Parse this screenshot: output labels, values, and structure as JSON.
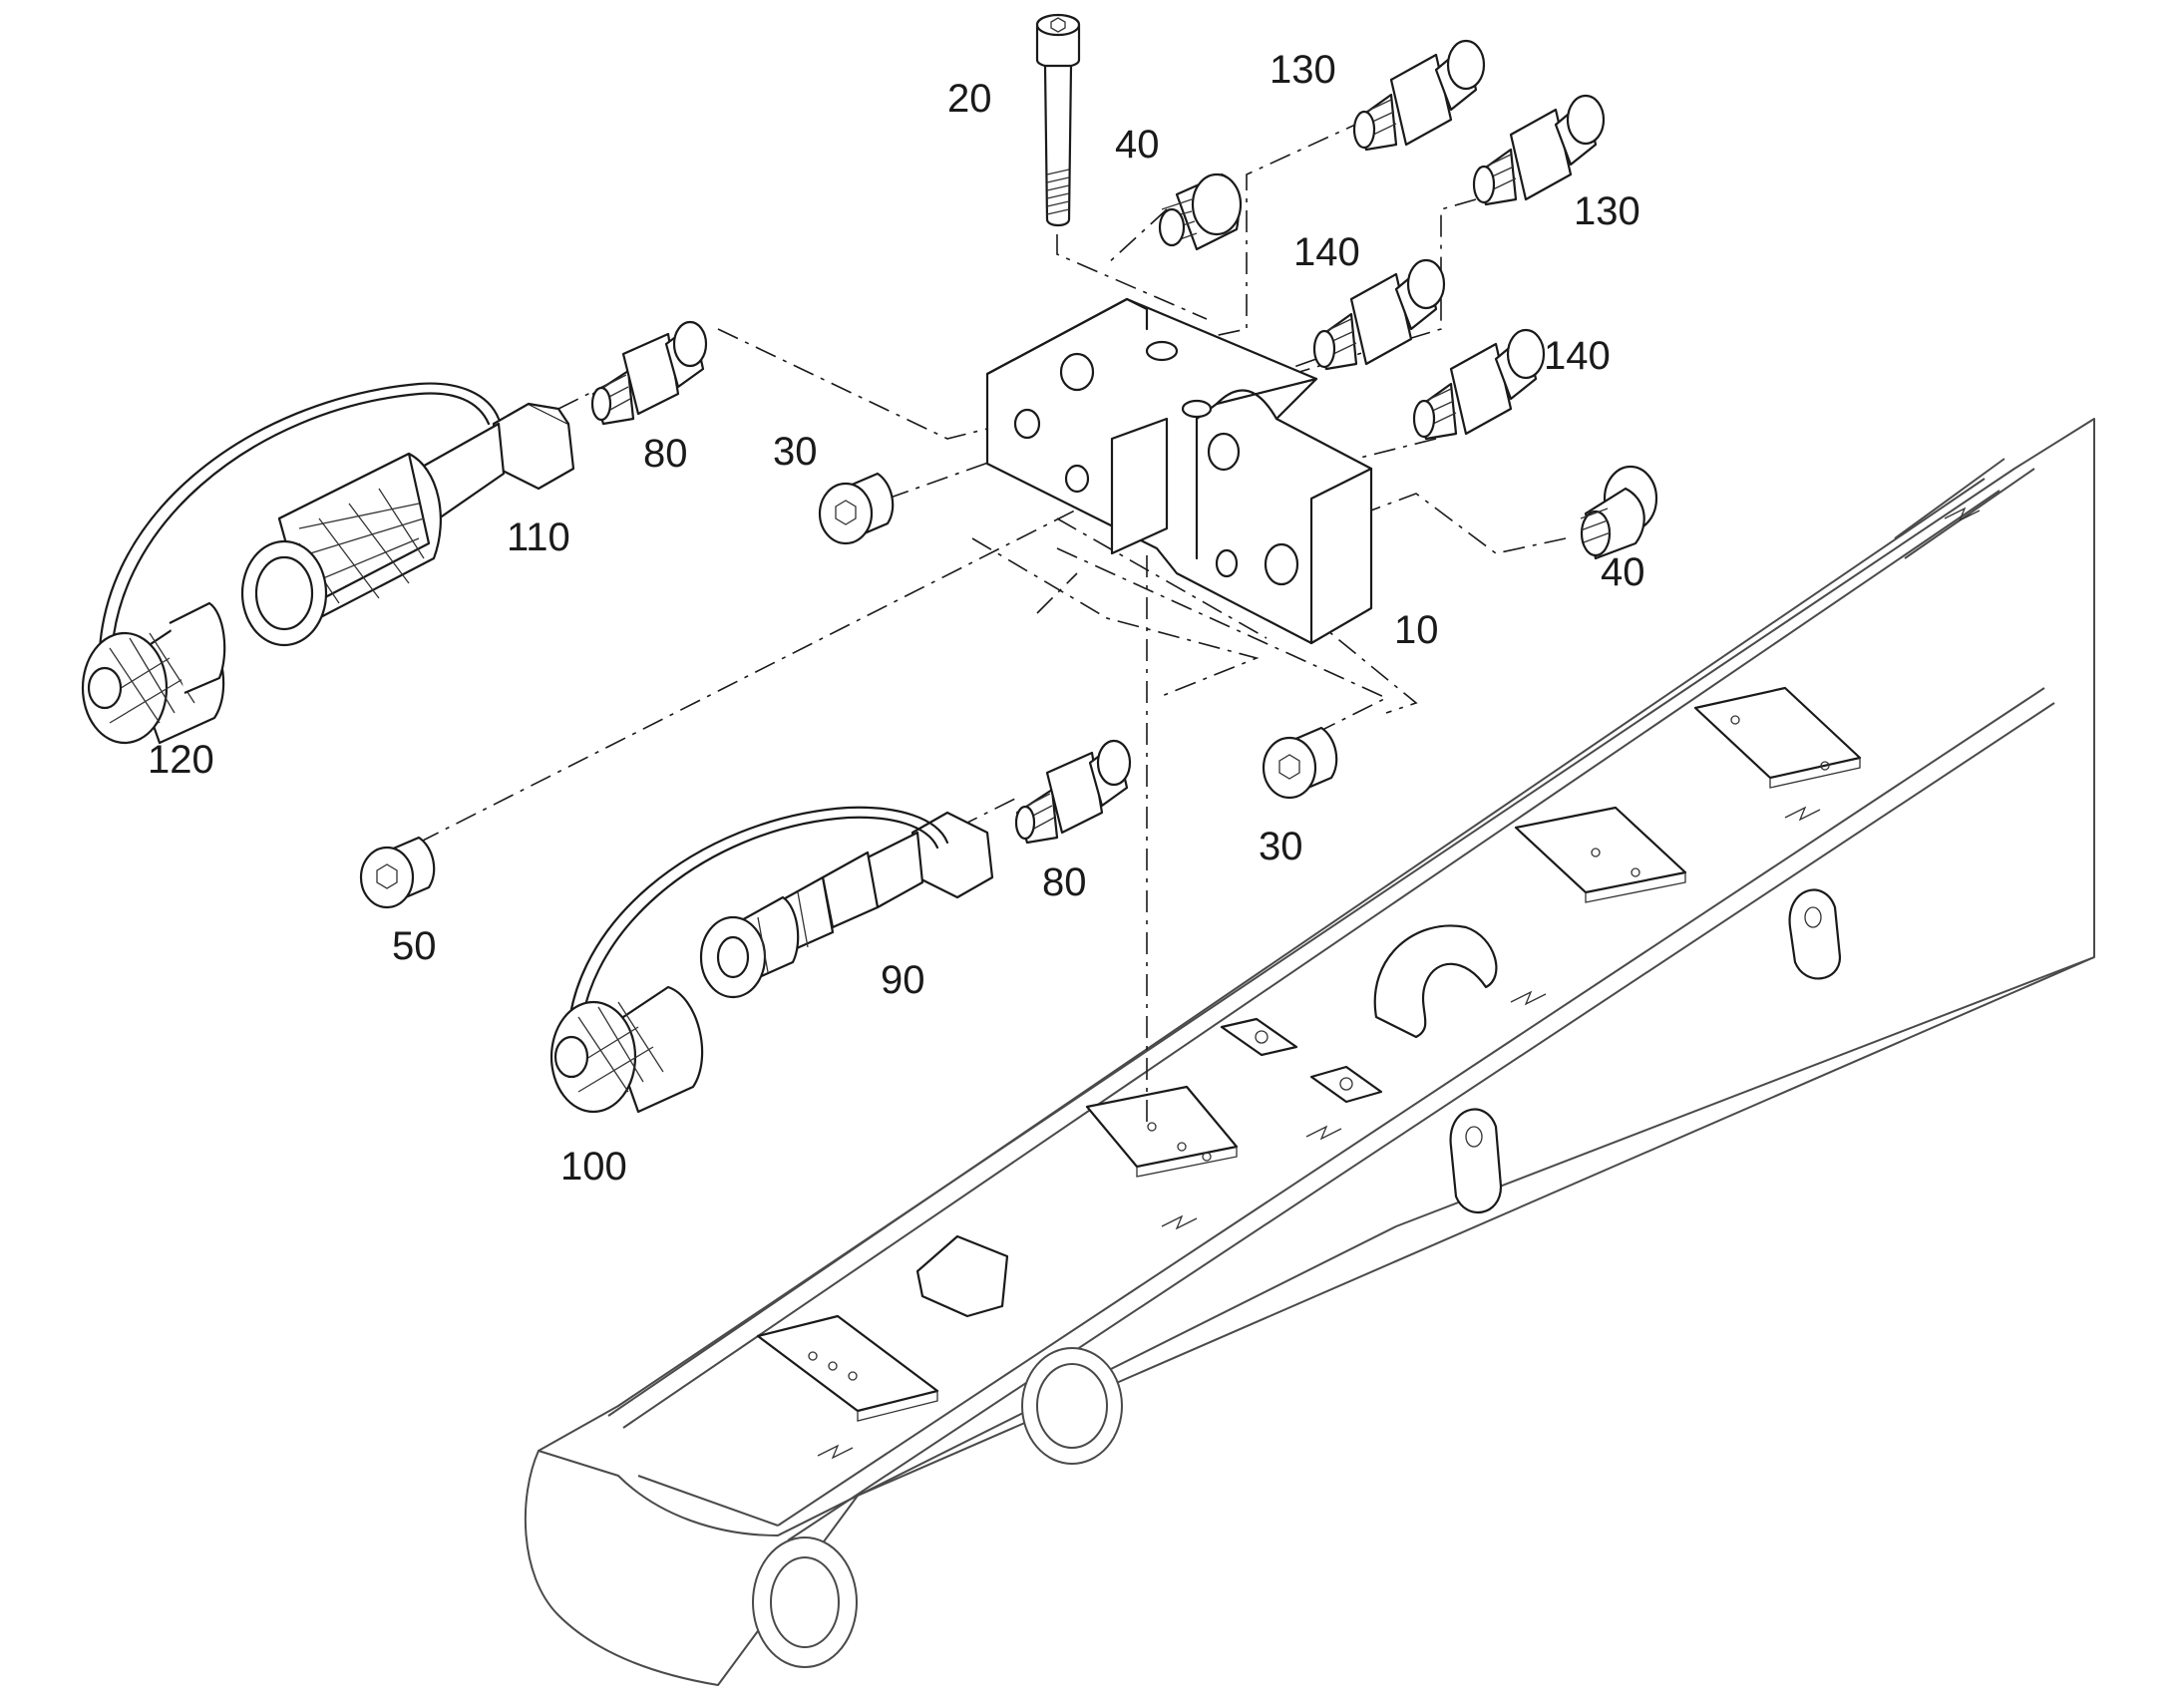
{
  "diagram": {
    "callouts": [
      {
        "id": "c10",
        "text": "10"
      },
      {
        "id": "c20",
        "text": "20"
      },
      {
        "id": "c30a",
        "text": "30"
      },
      {
        "id": "c30b",
        "text": "30"
      },
      {
        "id": "c40a",
        "text": "40"
      },
      {
        "id": "c40b",
        "text": "40"
      },
      {
        "id": "c50",
        "text": "50"
      },
      {
        "id": "c80a",
        "text": "80"
      },
      {
        "id": "c80b",
        "text": "80"
      },
      {
        "id": "c90",
        "text": "90"
      },
      {
        "id": "c100",
        "text": "100"
      },
      {
        "id": "c110",
        "text": "110"
      },
      {
        "id": "c120",
        "text": "120"
      },
      {
        "id": "c130a",
        "text": "130"
      },
      {
        "id": "c130b",
        "text": "130"
      },
      {
        "id": "c140a",
        "text": "140"
      },
      {
        "id": "c140b",
        "text": "140"
      }
    ]
  }
}
